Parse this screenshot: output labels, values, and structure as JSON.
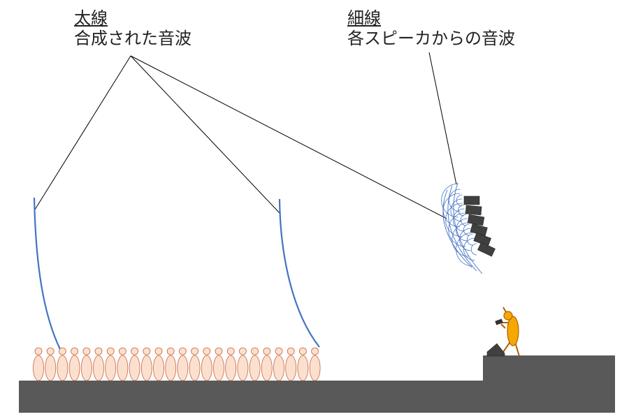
{
  "labels": {
    "thick_heading": "太線",
    "thick_desc": "合成された音波",
    "thin_heading": "細線",
    "thin_desc": "各スピーカからの音波"
  },
  "colors": {
    "ground": "#595959",
    "speaker": "#404040",
    "wave": "#4472c4",
    "person_fill": "#fbe0cf",
    "person_stroke": "#c8643c",
    "performer_fill": "#f5a800",
    "performer_stroke": "#b06000",
    "leader_line": "#000000"
  },
  "scene": {
    "audience_count": 24,
    "speaker_boxes": 6
  }
}
